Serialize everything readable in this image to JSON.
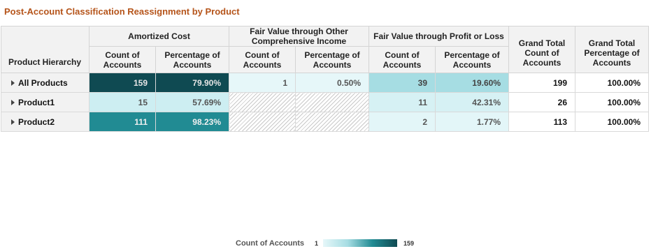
{
  "title": "Post-Account Classification Reassignment by Product",
  "headers": {
    "row_hierarchy": "Product Hierarchy",
    "groups": [
      "Amortized Cost",
      "Fair Value through Other Comprehensive Income",
      "Fair Value through Profit or Loss"
    ],
    "count_label": "Count of Accounts",
    "pct_label": "Percentage of Accounts",
    "grand_total_count": "Grand Total Count of Accounts",
    "grand_total_pct": "Grand Total Percentage of Accounts"
  },
  "rows": [
    {
      "label": "All Products",
      "cells": [
        {
          "v": "159",
          "bg": "#0f4a52",
          "fg": "#e6e6e6"
        },
        {
          "v": "79.90%",
          "bg": "#0f4a52",
          "fg": "#e6e6e6"
        },
        {
          "v": "1",
          "bg": "#e6f7f9",
          "fg": "#555555"
        },
        {
          "v": "0.50%",
          "bg": "#e6f7f9",
          "fg": "#555555"
        },
        {
          "v": "39",
          "bg": "#a6dde3",
          "fg": "#444444"
        },
        {
          "v": "19.60%",
          "bg": "#a6dde3",
          "fg": "#444444"
        }
      ],
      "total_count": "199",
      "total_pct": "100.00%"
    },
    {
      "label": "Product1",
      "cells": [
        {
          "v": "15",
          "bg": "#cdeef2",
          "fg": "#555555"
        },
        {
          "v": "57.69%",
          "bg": "#cdeef2",
          "fg": "#555555"
        },
        {
          "v": "",
          "hatch": true
        },
        {
          "v": "",
          "hatch": true
        },
        {
          "v": "11",
          "bg": "#d6f1f4",
          "fg": "#555555"
        },
        {
          "v": "42.31%",
          "bg": "#d6f1f4",
          "fg": "#555555"
        }
      ],
      "total_count": "26",
      "total_pct": "100.00%"
    },
    {
      "label": "Product2",
      "cells": [
        {
          "v": "111",
          "bg": "#218b93",
          "fg": "#f0f0f0"
        },
        {
          "v": "98.23%",
          "bg": "#218b93",
          "fg": "#f0f0f0"
        },
        {
          "v": "",
          "hatch": true
        },
        {
          "v": "",
          "hatch": true
        },
        {
          "v": "2",
          "bg": "#e3f6f8",
          "fg": "#555555"
        },
        {
          "v": "1.77%",
          "bg": "#e3f6f8",
          "fg": "#555555"
        }
      ],
      "total_count": "113",
      "total_pct": "100.00%"
    }
  ],
  "legend": {
    "title": "Count of Accounts",
    "min": "1",
    "max": "159",
    "colors": [
      "#e6f7f9",
      "#a6dde3",
      "#218b93",
      "#0f4a52"
    ]
  }
}
